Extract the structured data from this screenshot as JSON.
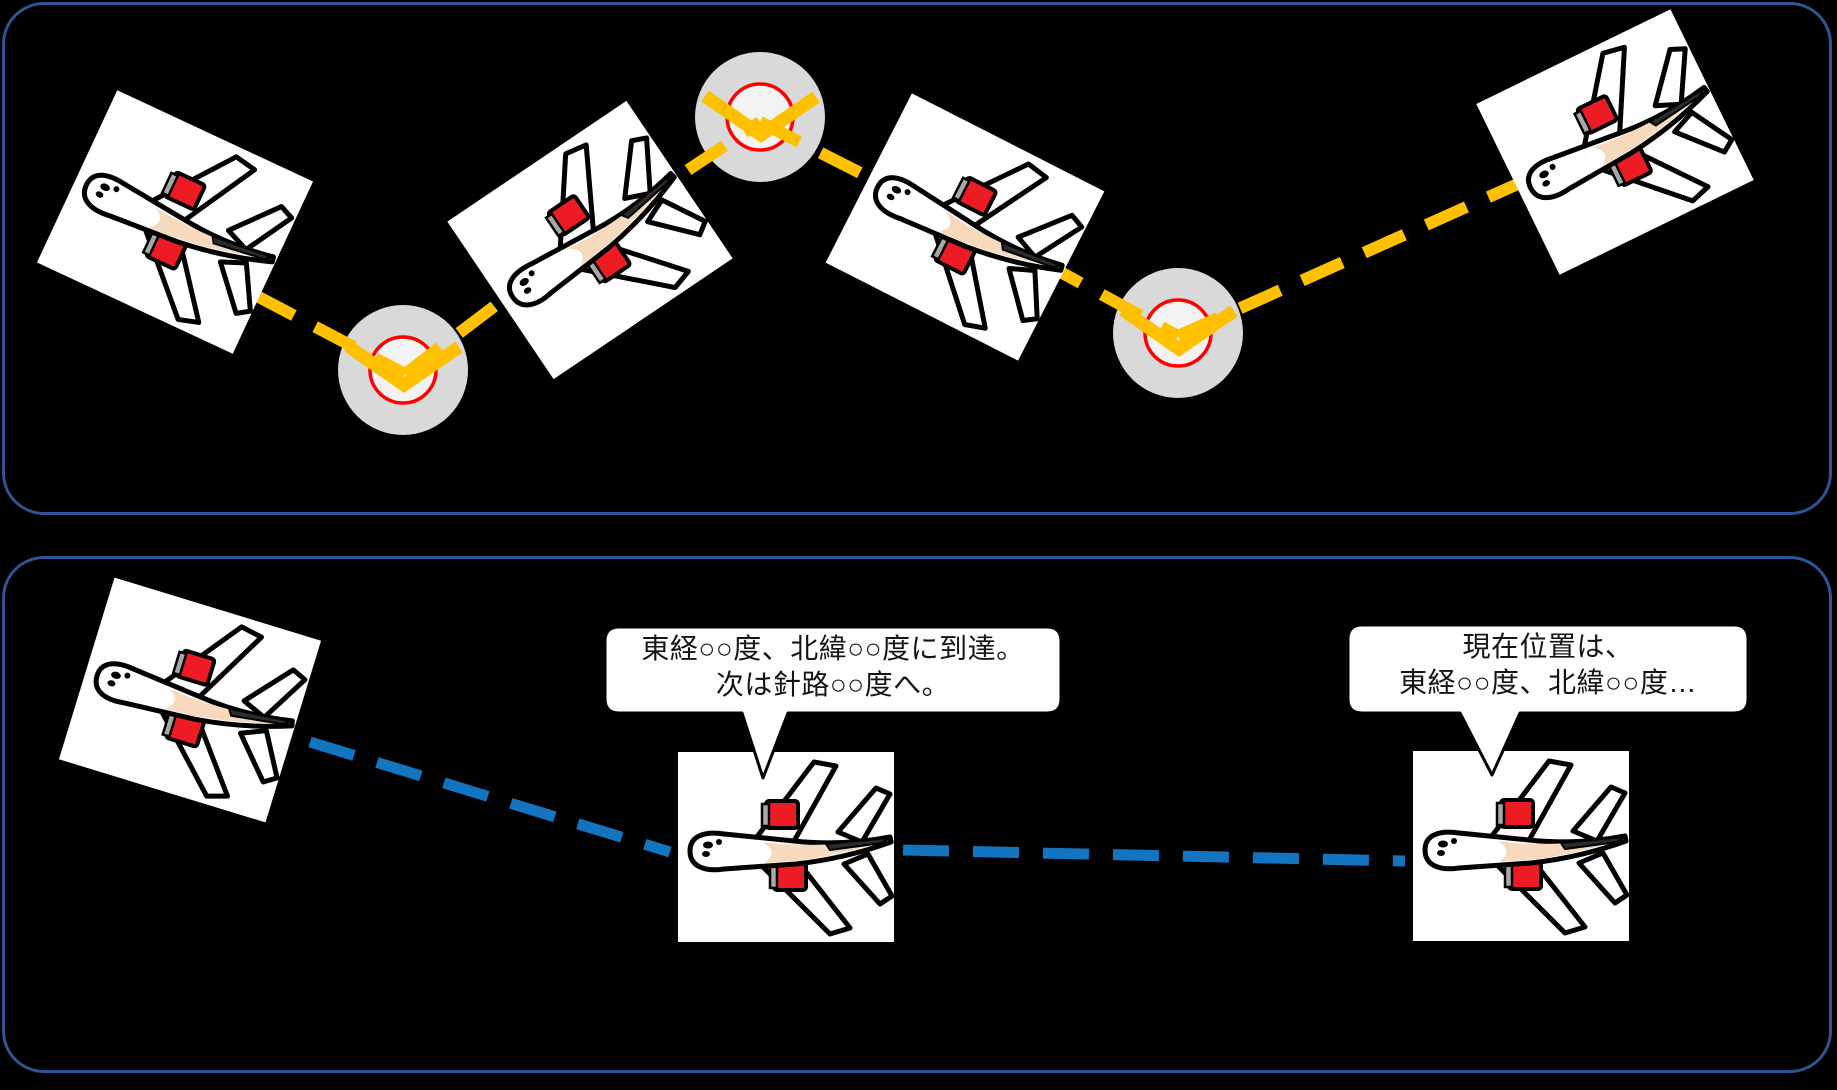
{
  "diagram": {
    "top_panel": {
      "name": "waypoint-route-panel",
      "airplane_count": 4,
      "waypoint_count": 3
    },
    "bottom_panel": {
      "name": "position-report-panel",
      "airplane_count": 3,
      "speech_bubble_count": 2
    }
  },
  "bubbles": {
    "waypoint_report": {
      "line1": "東経○○度、北緯○○度に到達。",
      "line2": "次は針路○○度へ。"
    },
    "position_report": {
      "line1": "現在位置は、",
      "line2": "東経○○度、北緯○○度…"
    }
  },
  "colors": {
    "panel_border": "#2E5493",
    "route_dash_yellow": "#FFC000",
    "route_dash_blue": "#1375C0",
    "waypoint_fill": "#D9D9D9",
    "waypoint_inner_fill": "#F3F3F3",
    "waypoint_ring": "#FF0000",
    "airplane_shade": "#F7D9BE",
    "engine_red": "#ED1C24",
    "background": "#000000"
  },
  "icons": [
    "airplane-icon",
    "waypoint-target-icon",
    "turn-chevron-icon",
    "speech-bubble"
  ]
}
